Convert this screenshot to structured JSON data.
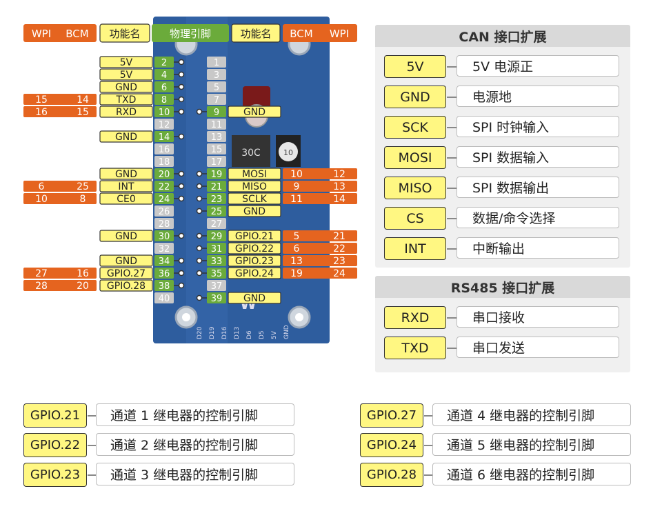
{
  "colors": {
    "orange": "#e5641f",
    "yellow": "#fff782",
    "green": "#6bab3b",
    "gray": "#c8c8c8",
    "board": "#2e5d9e"
  },
  "header": {
    "wpi": "WPI",
    "bcm": "BCM",
    "func": "功能名",
    "phys": "物理引脚"
  },
  "pins": {
    "left": [
      {
        "pin": "2",
        "func": "5V",
        "wpi": "",
        "bcm": "",
        "active": true
      },
      {
        "pin": "4",
        "func": "5V",
        "wpi": "",
        "bcm": "",
        "active": true
      },
      {
        "pin": "6",
        "func": "GND",
        "wpi": "",
        "bcm": "",
        "active": true
      },
      {
        "pin": "8",
        "func": "TXD",
        "wpi": "15",
        "bcm": "14",
        "active": true
      },
      {
        "pin": "10",
        "func": "RXD",
        "wpi": "16",
        "bcm": "15",
        "active": true
      },
      {
        "pin": "12",
        "func": "",
        "wpi": "",
        "bcm": "",
        "active": false
      },
      {
        "pin": "14",
        "func": "GND",
        "wpi": "",
        "bcm": "",
        "active": true
      },
      {
        "pin": "16",
        "func": "",
        "wpi": "",
        "bcm": "",
        "active": false
      },
      {
        "pin": "18",
        "func": "",
        "wpi": "",
        "bcm": "",
        "active": false
      },
      {
        "pin": "20",
        "func": "GND",
        "wpi": "",
        "bcm": "",
        "active": true
      },
      {
        "pin": "22",
        "func": "INT",
        "wpi": "6",
        "bcm": "25",
        "active": true
      },
      {
        "pin": "24",
        "func": "CE0",
        "wpi": "10",
        "bcm": "8",
        "active": true
      },
      {
        "pin": "26",
        "func": "",
        "wpi": "",
        "bcm": "",
        "active": false
      },
      {
        "pin": "28",
        "func": "",
        "wpi": "",
        "bcm": "",
        "active": false
      },
      {
        "pin": "30",
        "func": "GND",
        "wpi": "",
        "bcm": "",
        "active": true
      },
      {
        "pin": "32",
        "func": "",
        "wpi": "",
        "bcm": "",
        "active": false
      },
      {
        "pin": "34",
        "func": "GND",
        "wpi": "",
        "bcm": "",
        "active": true
      },
      {
        "pin": "36",
        "func": "GPIO.27",
        "wpi": "27",
        "bcm": "16",
        "active": true
      },
      {
        "pin": "38",
        "func": "GPIO.28",
        "wpi": "28",
        "bcm": "20",
        "active": true
      },
      {
        "pin": "40",
        "func": "",
        "wpi": "",
        "bcm": "",
        "active": false
      }
    ],
    "right": [
      {
        "pin": "1",
        "func": "",
        "bcm": "",
        "wpi": "",
        "active": false
      },
      {
        "pin": "3",
        "func": "",
        "bcm": "",
        "wpi": "",
        "active": false
      },
      {
        "pin": "5",
        "func": "",
        "bcm": "",
        "wpi": "",
        "active": false
      },
      {
        "pin": "7",
        "func": "",
        "bcm": "",
        "wpi": "",
        "active": false
      },
      {
        "pin": "9",
        "func": "GND",
        "bcm": "",
        "wpi": "",
        "active": true
      },
      {
        "pin": "11",
        "func": "",
        "bcm": "",
        "wpi": "",
        "active": false
      },
      {
        "pin": "13",
        "func": "",
        "bcm": "",
        "wpi": "",
        "active": false
      },
      {
        "pin": "15",
        "func": "",
        "bcm": "",
        "wpi": "",
        "active": false
      },
      {
        "pin": "17",
        "func": "",
        "bcm": "",
        "wpi": "",
        "active": false
      },
      {
        "pin": "19",
        "func": "MOSI",
        "bcm": "10",
        "wpi": "12",
        "active": true
      },
      {
        "pin": "21",
        "func": "MISO",
        "bcm": "9",
        "wpi": "13",
        "active": true
      },
      {
        "pin": "23",
        "func": "SCLK",
        "bcm": "11",
        "wpi": "14",
        "active": true
      },
      {
        "pin": "25",
        "func": "GND",
        "bcm": "",
        "wpi": "",
        "active": true
      },
      {
        "pin": "27",
        "func": "",
        "bcm": "",
        "wpi": "",
        "active": false
      },
      {
        "pin": "29",
        "func": "GPIO.21",
        "bcm": "5",
        "wpi": "21",
        "active": true
      },
      {
        "pin": "31",
        "func": "GPIO.22",
        "bcm": "6",
        "wpi": "22",
        "active": true
      },
      {
        "pin": "33",
        "func": "GPIO.23",
        "bcm": "13",
        "wpi": "23",
        "active": true
      },
      {
        "pin": "35",
        "func": "GPIO.24",
        "bcm": "19",
        "wpi": "24",
        "active": true
      },
      {
        "pin": "37",
        "func": "",
        "bcm": "",
        "wpi": "",
        "active": false
      },
      {
        "pin": "39",
        "func": "GND",
        "bcm": "",
        "wpi": "",
        "active": true
      }
    ]
  },
  "board_silk": {
    "chip": "30C",
    "cap": "10 ",
    "bottom": [
      "D20",
      "D19",
      "D16",
      "D13",
      "D6",
      "D5",
      "5V",
      "GND"
    ],
    "logo": "W"
  },
  "can_panel": {
    "title": "CAN 接口扩展",
    "rows": [
      {
        "key": "5V",
        "desc": "5V 电源正"
      },
      {
        "key": "GND",
        "desc": "电源地"
      },
      {
        "key": "SCK",
        "desc": "SPI 时钟输入"
      },
      {
        "key": "MOSI",
        "desc": "SPI 数据输入"
      },
      {
        "key": "MISO",
        "desc": "SPI 数据输出"
      },
      {
        "key": "CS",
        "desc": "数据/命令选择"
      },
      {
        "key": "INT",
        "desc": "中断输出"
      }
    ]
  },
  "rs485_panel": {
    "title": "RS485 接口扩展",
    "rows": [
      {
        "key": "RXD",
        "desc": "串口接收"
      },
      {
        "key": "TXD",
        "desc": "串口发送"
      }
    ]
  },
  "gpio_legend": {
    "left": [
      {
        "key": "GPIO.21",
        "desc": "通道 1 继电器的控制引脚"
      },
      {
        "key": "GPIO.22",
        "desc": "通道 2 继电器的控制引脚"
      },
      {
        "key": "GPIO.23",
        "desc": "通道 3 继电器的控制引脚"
      }
    ],
    "right": [
      {
        "key": "GPIO.27",
        "desc": "通道 4 继电器的控制引脚"
      },
      {
        "key": "GPIO.24",
        "desc": "通道 5 继电器的控制引脚"
      },
      {
        "key": "GPIO.28",
        "desc": "通道 6 继电器的控制引脚"
      }
    ]
  }
}
